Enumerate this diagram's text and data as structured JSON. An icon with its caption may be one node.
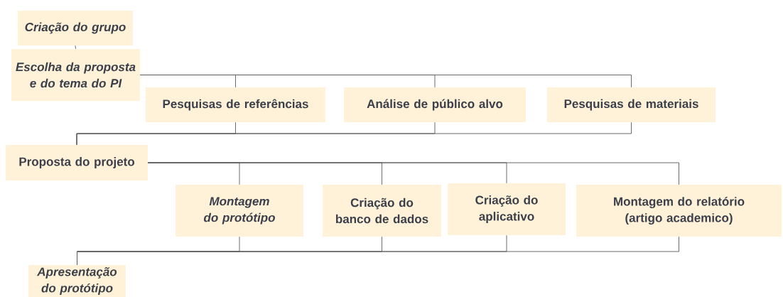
{
  "diagram": {
    "nodes": [
      {
        "text": [
          "Criação do grupo"
        ]
      },
      {
        "text": [
          "Escolha da proposta e do tema do PI"
        ]
      },
      {
        "text": [
          "Pesquisas de referências"
        ]
      },
      {
        "text": [
          "Análise de público alvo"
        ]
      },
      {
        "text": [
          "Pesquisas de materiais"
        ]
      },
      {
        "text": [
          "Proposta do projeto"
        ]
      },
      {
        "text": [
          "Montagem do protótipo"
        ]
      },
      {
        "text": [
          "Criação do banco de dados"
        ]
      },
      {
        "text": [
          "Criação do aplicativo"
        ]
      },
      {
        "text": [
          "Montagem do relatório (artigo academico)"
        ]
      },
      {
        "text": [
          "Apresentação do protótipo"
        ]
      }
    ],
    "edges": [
      {
        "from": 0,
        "to": 1,
        "arrow": "none"
      },
      {
        "from": 1,
        "to": 2,
        "arrow": "none"
      },
      {
        "from": 1,
        "to": 3,
        "arrow": "none"
      },
      {
        "from": 1,
        "to": 4,
        "arrow": "none"
      },
      {
        "from": 2,
        "to": 5,
        "arrow": "none"
      },
      {
        "from": 3,
        "to": 5,
        "arrow": "none"
      },
      {
        "from": 4,
        "to": 5,
        "arrow": "none"
      },
      {
        "from": 5,
        "to": 6,
        "arrow": "none"
      },
      {
        "from": 5,
        "to": 7,
        "arrow": "none"
      },
      {
        "from": 5,
        "to": 8,
        "arrow": "none"
      },
      {
        "from": 5,
        "to": 9,
        "arrow": "none"
      },
      {
        "from": 6,
        "to": 10,
        "arrow": "none"
      },
      {
        "from": 7,
        "to": 10,
        "arrow": "none"
      },
      {
        "from": 8,
        "to": 10,
        "arrow": "none"
      },
      {
        "from": 9,
        "to": 10,
        "arrow": "none"
      }
    ]
  }
}
